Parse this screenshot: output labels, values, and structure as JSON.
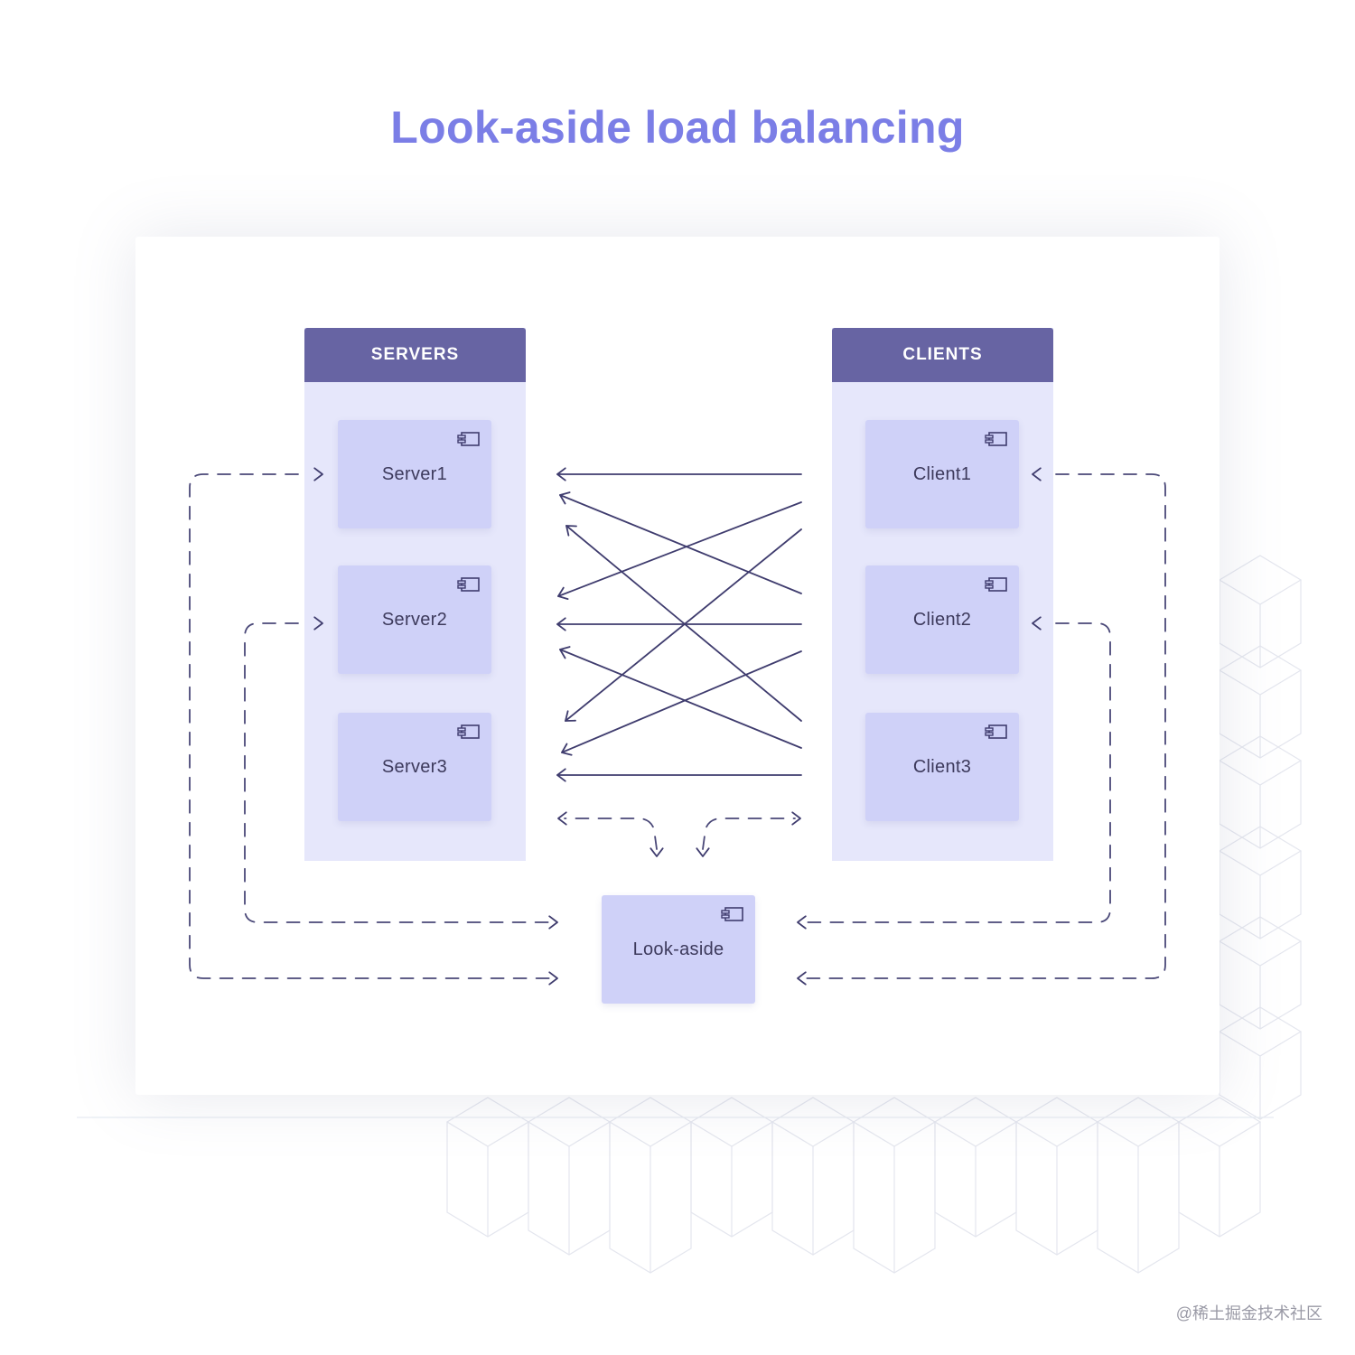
{
  "title": "Look-aside load balancing",
  "servers": {
    "header": "SERVERS",
    "nodes": [
      "Server1",
      "Server2",
      "Server3"
    ]
  },
  "clients": {
    "header": "CLIENTS",
    "nodes": [
      "Client1",
      "Client2",
      "Client3"
    ]
  },
  "lookaside": {
    "label": "Look-aside"
  },
  "watermark": "@稀土掘金技术社区",
  "colors": {
    "title": "#7b7ee6",
    "header": "#6764a3",
    "panel": "#e6e7fb",
    "node": "#cfd1f8",
    "line": "#3f3c6e",
    "dashed": "#4a4878",
    "cube_line": "#e4e6ee"
  },
  "icons": {
    "node": "component-icon"
  }
}
